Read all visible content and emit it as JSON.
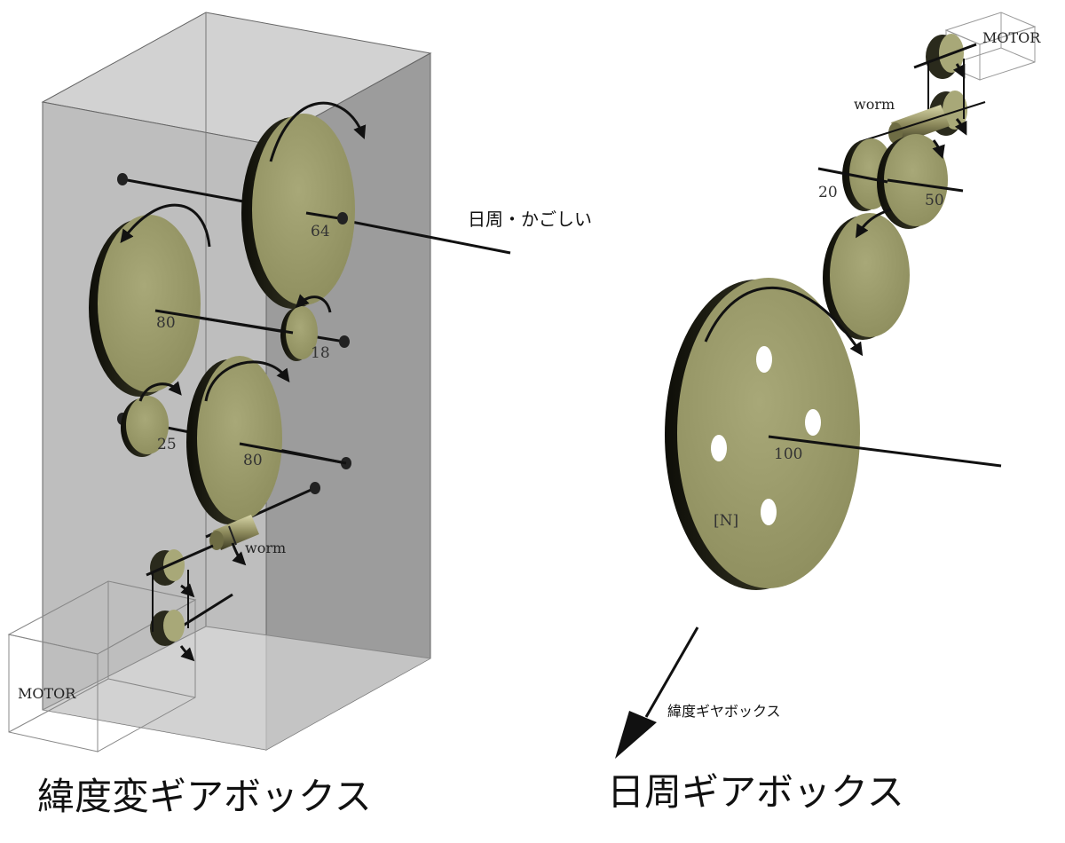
{
  "left_figure": {
    "caption": "緯度変ギアボックス",
    "motor_label": "MOTOR",
    "worm_label": "worm",
    "output_label": "日周・かごしい",
    "gear_teeth": [
      "64",
      "80",
      "18",
      "25",
      "80"
    ]
  },
  "right_figure": {
    "caption": "日周ギアボックス",
    "motor_label": "MOTOR",
    "worm_label": "worm",
    "gear_teeth": [
      "20",
      "50",
      "100"
    ],
    "north_mark": "[N]",
    "arrow_label": "緯度ギヤボックス"
  },
  "colors": {
    "gear_face": "#9c9c6a",
    "gear_edge": "#1e1e14",
    "housing": "#b4b4b4",
    "arrow": "#111111"
  }
}
